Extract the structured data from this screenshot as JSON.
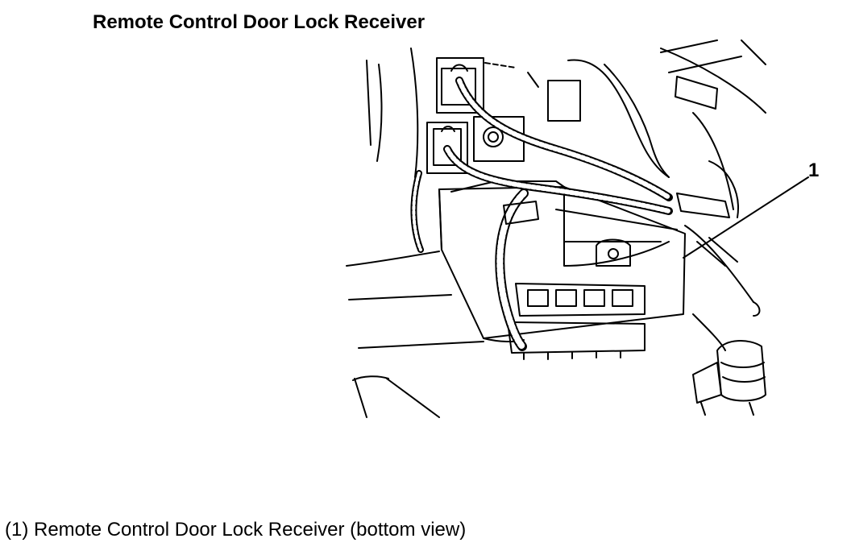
{
  "title": "Remote Control Door Lock Receiver",
  "callout": "1",
  "caption": "(1) Remote Control Door Lock Receiver (bottom view)"
}
